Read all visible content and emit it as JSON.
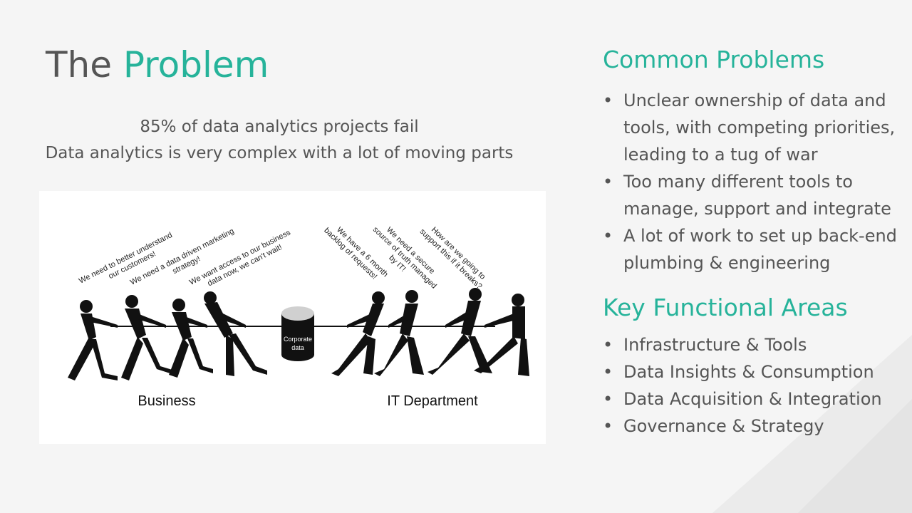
{
  "slide": {
    "title_part1": "The",
    "title_part2": "Problem",
    "subtitle_line1": "85% of data analytics projects fail",
    "subtitle_line2": "Data analytics is very complex with a lot of moving parts"
  },
  "figure": {
    "business_label": "Business",
    "it_label": "IT Department",
    "barrel_label_line1": "Corporate",
    "barrel_label_line2": "data",
    "quotes": [
      {
        "line1": "We need to better understand",
        "line2": "our customers!"
      },
      {
        "line1": "We need a data driven marketing",
        "line2": "strategy!"
      },
      {
        "line1": "We want access to our business",
        "line2": "data now, we can't wait!"
      },
      {
        "line1": "We have a 6 month",
        "line2": "backlog of requests!"
      },
      {
        "line1": "We need a secure",
        "line2": "source of truth managed",
        "line3": "by IT!"
      },
      {
        "line1": "How are we going to",
        "line2": "support this if it breaks?"
      }
    ]
  },
  "common_problems": {
    "heading": "Common Problems",
    "items": [
      "Unclear ownership of data and tools, with competing priorities, leading to a tug of war",
      "Too many different tools to manage, support and integrate",
      "A lot of work to set up back-end plumbing & engineering"
    ]
  },
  "key_areas": {
    "heading": "Key Functional Areas",
    "items": [
      "Infrastructure & Tools",
      "Data Insights & Consumption",
      "Data Acquisition & Integration",
      "Governance & Strategy"
    ]
  },
  "bullet_char": "•",
  "colors": {
    "accent": "#26b39a",
    "text": "#555555",
    "background": "#f5f5f5"
  }
}
